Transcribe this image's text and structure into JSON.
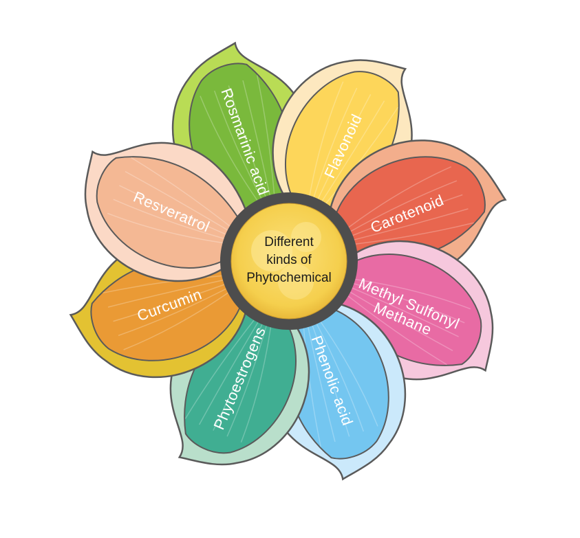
{
  "center": {
    "lines": [
      "Different",
      "kinds of",
      "Phytochemical"
    ],
    "color": "#f7d35a"
  },
  "petals": [
    {
      "label": [
        "Rosmarinic acid"
      ],
      "outer": "#b9dc55",
      "inner": "#7ab93c"
    },
    {
      "label": [
        "Flavonoid"
      ],
      "outer": "#fde8bf",
      "inner": "#fdd65a"
    },
    {
      "label": [
        "Carotenoid"
      ],
      "outer": "#f3ae8c",
      "inner": "#e8664f"
    },
    {
      "label": [
        "Methyl Sulfonyl",
        "Methane"
      ],
      "outer": "#f6c8dd",
      "inner": "#e86ba4"
    },
    {
      "label": [
        "Phenolic acid"
      ],
      "outer": "#cbe9fb",
      "inner": "#74c6f0"
    },
    {
      "label": [
        "Phytoestrogens"
      ],
      "outer": "#b9dfcb",
      "inner": "#40ae92"
    },
    {
      "label": [
        "Curcumin"
      ],
      "outer": "#e3c232",
      "inner": "#ea9a35"
    },
    {
      "label": [
        "Resveratrol"
      ],
      "outer": "#fbd9c6",
      "inner": "#f4b894"
    }
  ],
  "colors": {
    "stroke": "#5a5a5a",
    "hub": "#4d4d4d"
  }
}
